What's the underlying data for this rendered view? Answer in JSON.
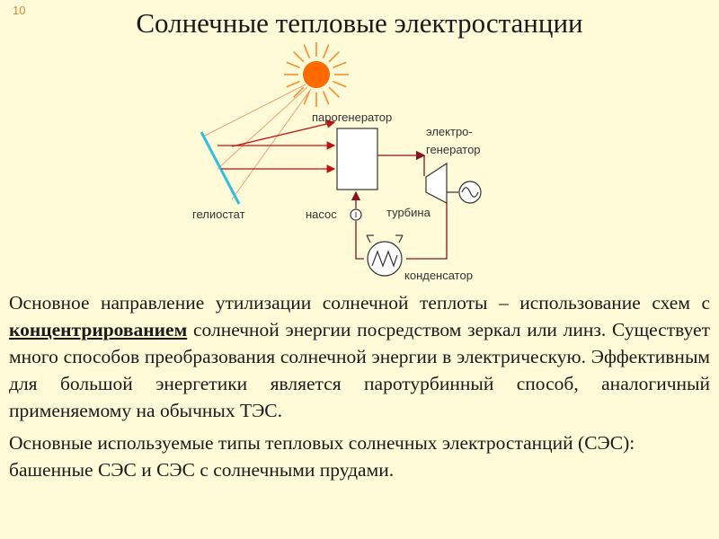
{
  "slide": {
    "number": "10",
    "title": "Солнечные тепловые электростанции"
  },
  "diagram": {
    "labels": {
      "steam_generator": "парогенератор",
      "generator_line1": "электро-",
      "generator_line2": "генератор",
      "heliostat": "гелиостат",
      "pump": "насос",
      "turbine": "турбина",
      "condenser": "конденсатор"
    },
    "colors": {
      "sun": "#ff6a00",
      "rays": "#ff8c2a",
      "heliostat": "#2fc0e0",
      "beams": "#c01010",
      "pipes": "#8a1020",
      "equipment": "#333333"
    }
  },
  "text": {
    "para1_before": "Основное направление утилизации солнечной теплоты – использование схем с ",
    "para1_emphasis": "концентрированием",
    "para1_after": " солнечной энергии посредством зеркал или линз. Существует много способов преобразования солнечной энергии в электрическую. Эффективным для большой энергетики является паротурбинный способ, аналогичный применяемому на обычных ТЭС.",
    "para2": "Основные используемые типы тепловых солнечных электростанций (СЭС): башенные СЭС и СЭС с солнечными прудами."
  }
}
